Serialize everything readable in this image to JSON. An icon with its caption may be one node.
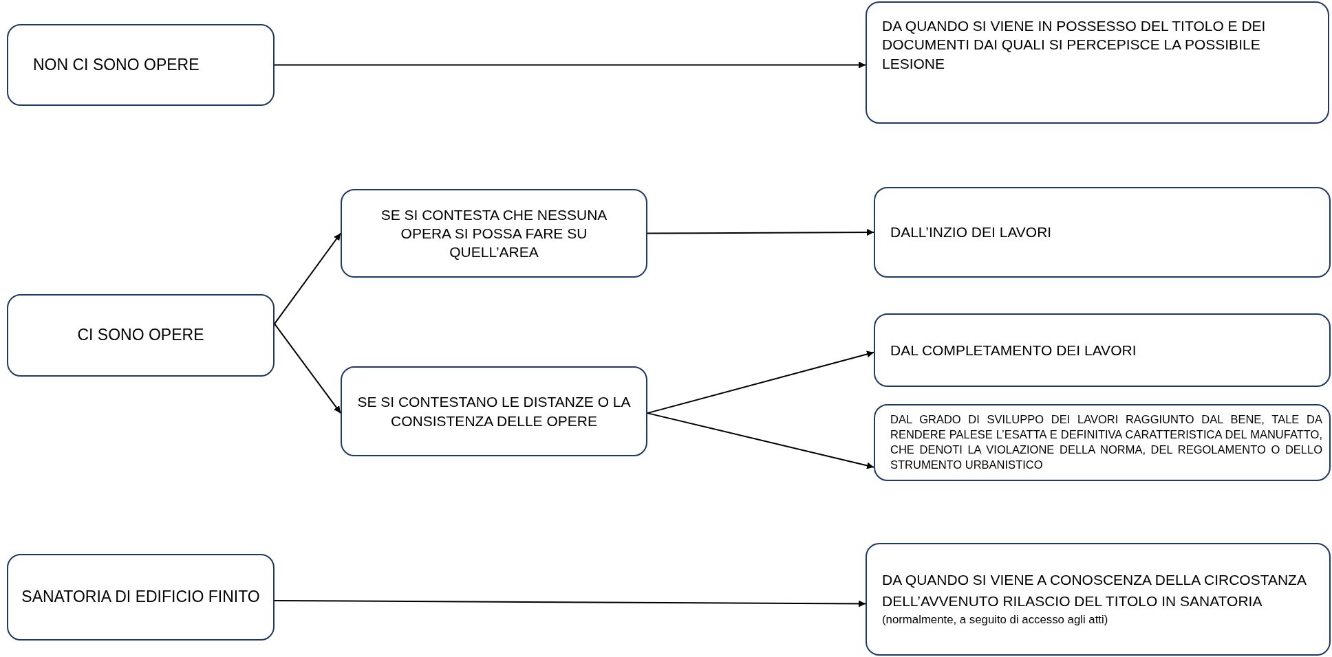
{
  "diagram": {
    "nodes": [
      {
        "text": [
          "NON CI SONO OPERE"
        ]
      },
      {
        "text": [
          "DA QUANDO SI VIENE IN POSSESSO DEL TITOLO E DEI DOCUMENTI DAI QUALI SI PERCEPISCE LA POSSIBILE LESIONE"
        ]
      },
      {
        "text": [
          "CI SONO OPERE"
        ]
      },
      {
        "text": [
          "SE SI CONTESTA CHE NESSUNA OPERA SI POSSA FARE SU QUELL’AREA"
        ]
      },
      {
        "text": [
          "DALL’INZIO DEI LAVORI"
        ]
      },
      {
        "text": [
          "SE SI CONTESTANO LE DISTANZE O LA CONSISTENZA DELLE OPERE"
        ]
      },
      {
        "text": [
          "DAL COMPLETAMENTO DEI LAVORI"
        ]
      },
      {
        "text": [
          "DAL GRADO DI SVILUPPO DEI LAVORI RAGGIUNTO DAL BENE, TALE DA RENDERE PALESE L’ESATTA E DEFINITIVA CARATTERISTICA DEL MANUFATTO, CHE DENOTI LA VIOLAZIONE DELLA NORMA, DEL REGOLAMENTO O DELLO STRUMENTO URBANISTICO"
        ]
      },
      {
        "text": [
          "SANATORIA DI EDIFICIO FINITO"
        ]
      },
      {
        "text": [
          "DA QUANDO SI VIENE A CONOSCENZA DELLA CIRCOSTANZA DELL’AVVENUTO RILASCIO DEL TITOLO IN SANATORIA",
          "(normalmente, a seguito di accesso agli atti)"
        ]
      }
    ],
    "edges": [
      {
        "from": 0,
        "to": 1,
        "arrow": "to"
      },
      {
        "from": 2,
        "to": 3,
        "arrow": "to"
      },
      {
        "from": 2,
        "to": 5,
        "arrow": "to"
      },
      {
        "from": 3,
        "to": 4,
        "arrow": "to"
      },
      {
        "from": 5,
        "to": 6,
        "arrow": "to"
      },
      {
        "from": 5,
        "to": 7,
        "arrow": "to"
      },
      {
        "from": 8,
        "to": 9,
        "arrow": "to"
      }
    ]
  }
}
